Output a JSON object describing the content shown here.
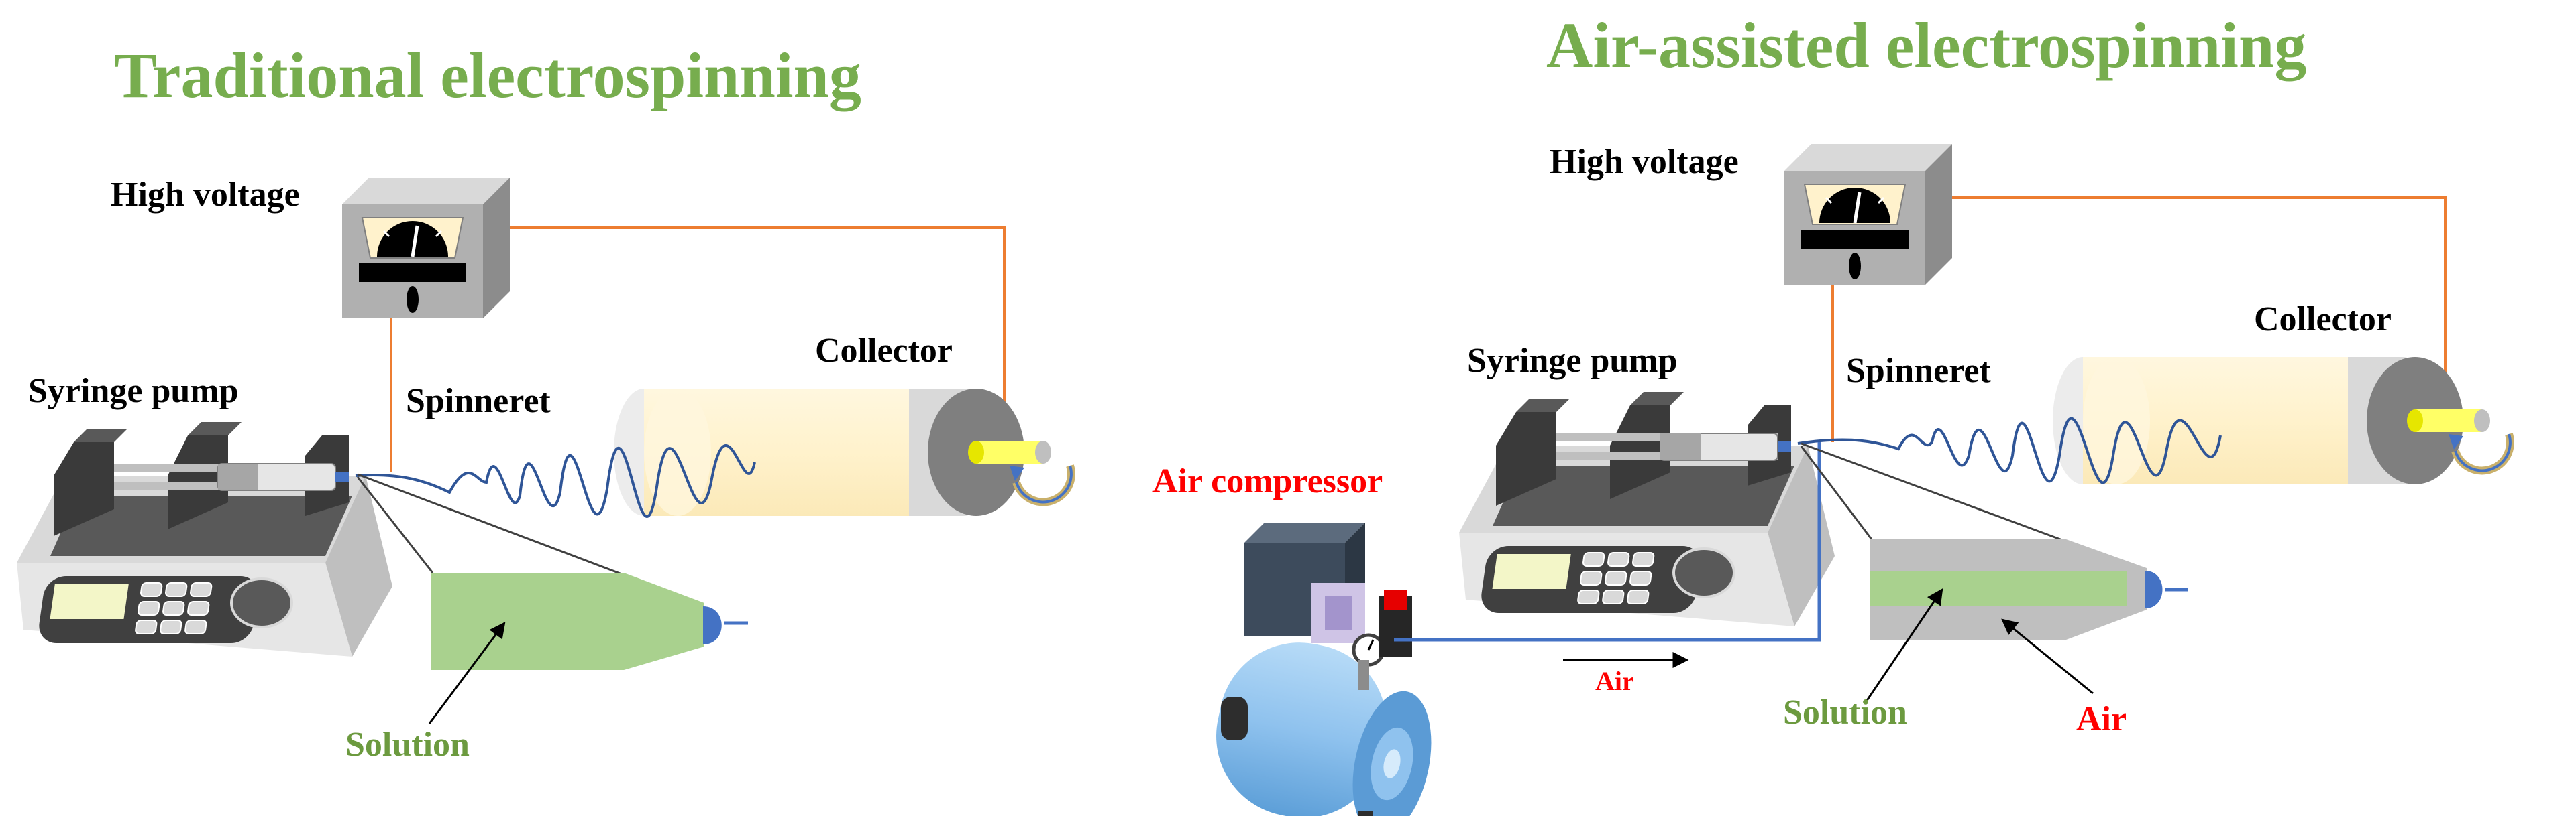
{
  "colors": {
    "title_green": "#77ad4e",
    "solution_green": "#a9d18e",
    "solution_label": "#6c9a3f",
    "air_red": "#ff0000",
    "wire_orange": "#ed7d31",
    "jet_blue": "#2f5597",
    "nozzle_blue": "#4472c4",
    "collector_fill": "#fff2cc",
    "collector_grey": "#d9d9d9",
    "compressor_blue": "#8fc2ee"
  },
  "left": {
    "title": "Traditional electrospinning",
    "high_voltage": "High voltage",
    "collector": "Collector",
    "syringe_pump": "Syringe pump",
    "spinneret": "Spinneret",
    "solution": "Solution"
  },
  "right": {
    "title": "Air-assisted electrospinning",
    "high_voltage": "High voltage",
    "collector": "Collector",
    "syringe_pump": "Syringe pump",
    "spinneret": "Spinneret",
    "air_compressor": "Air compressor",
    "air_flow": "Air",
    "solution": "Solution",
    "air": "Air"
  }
}
